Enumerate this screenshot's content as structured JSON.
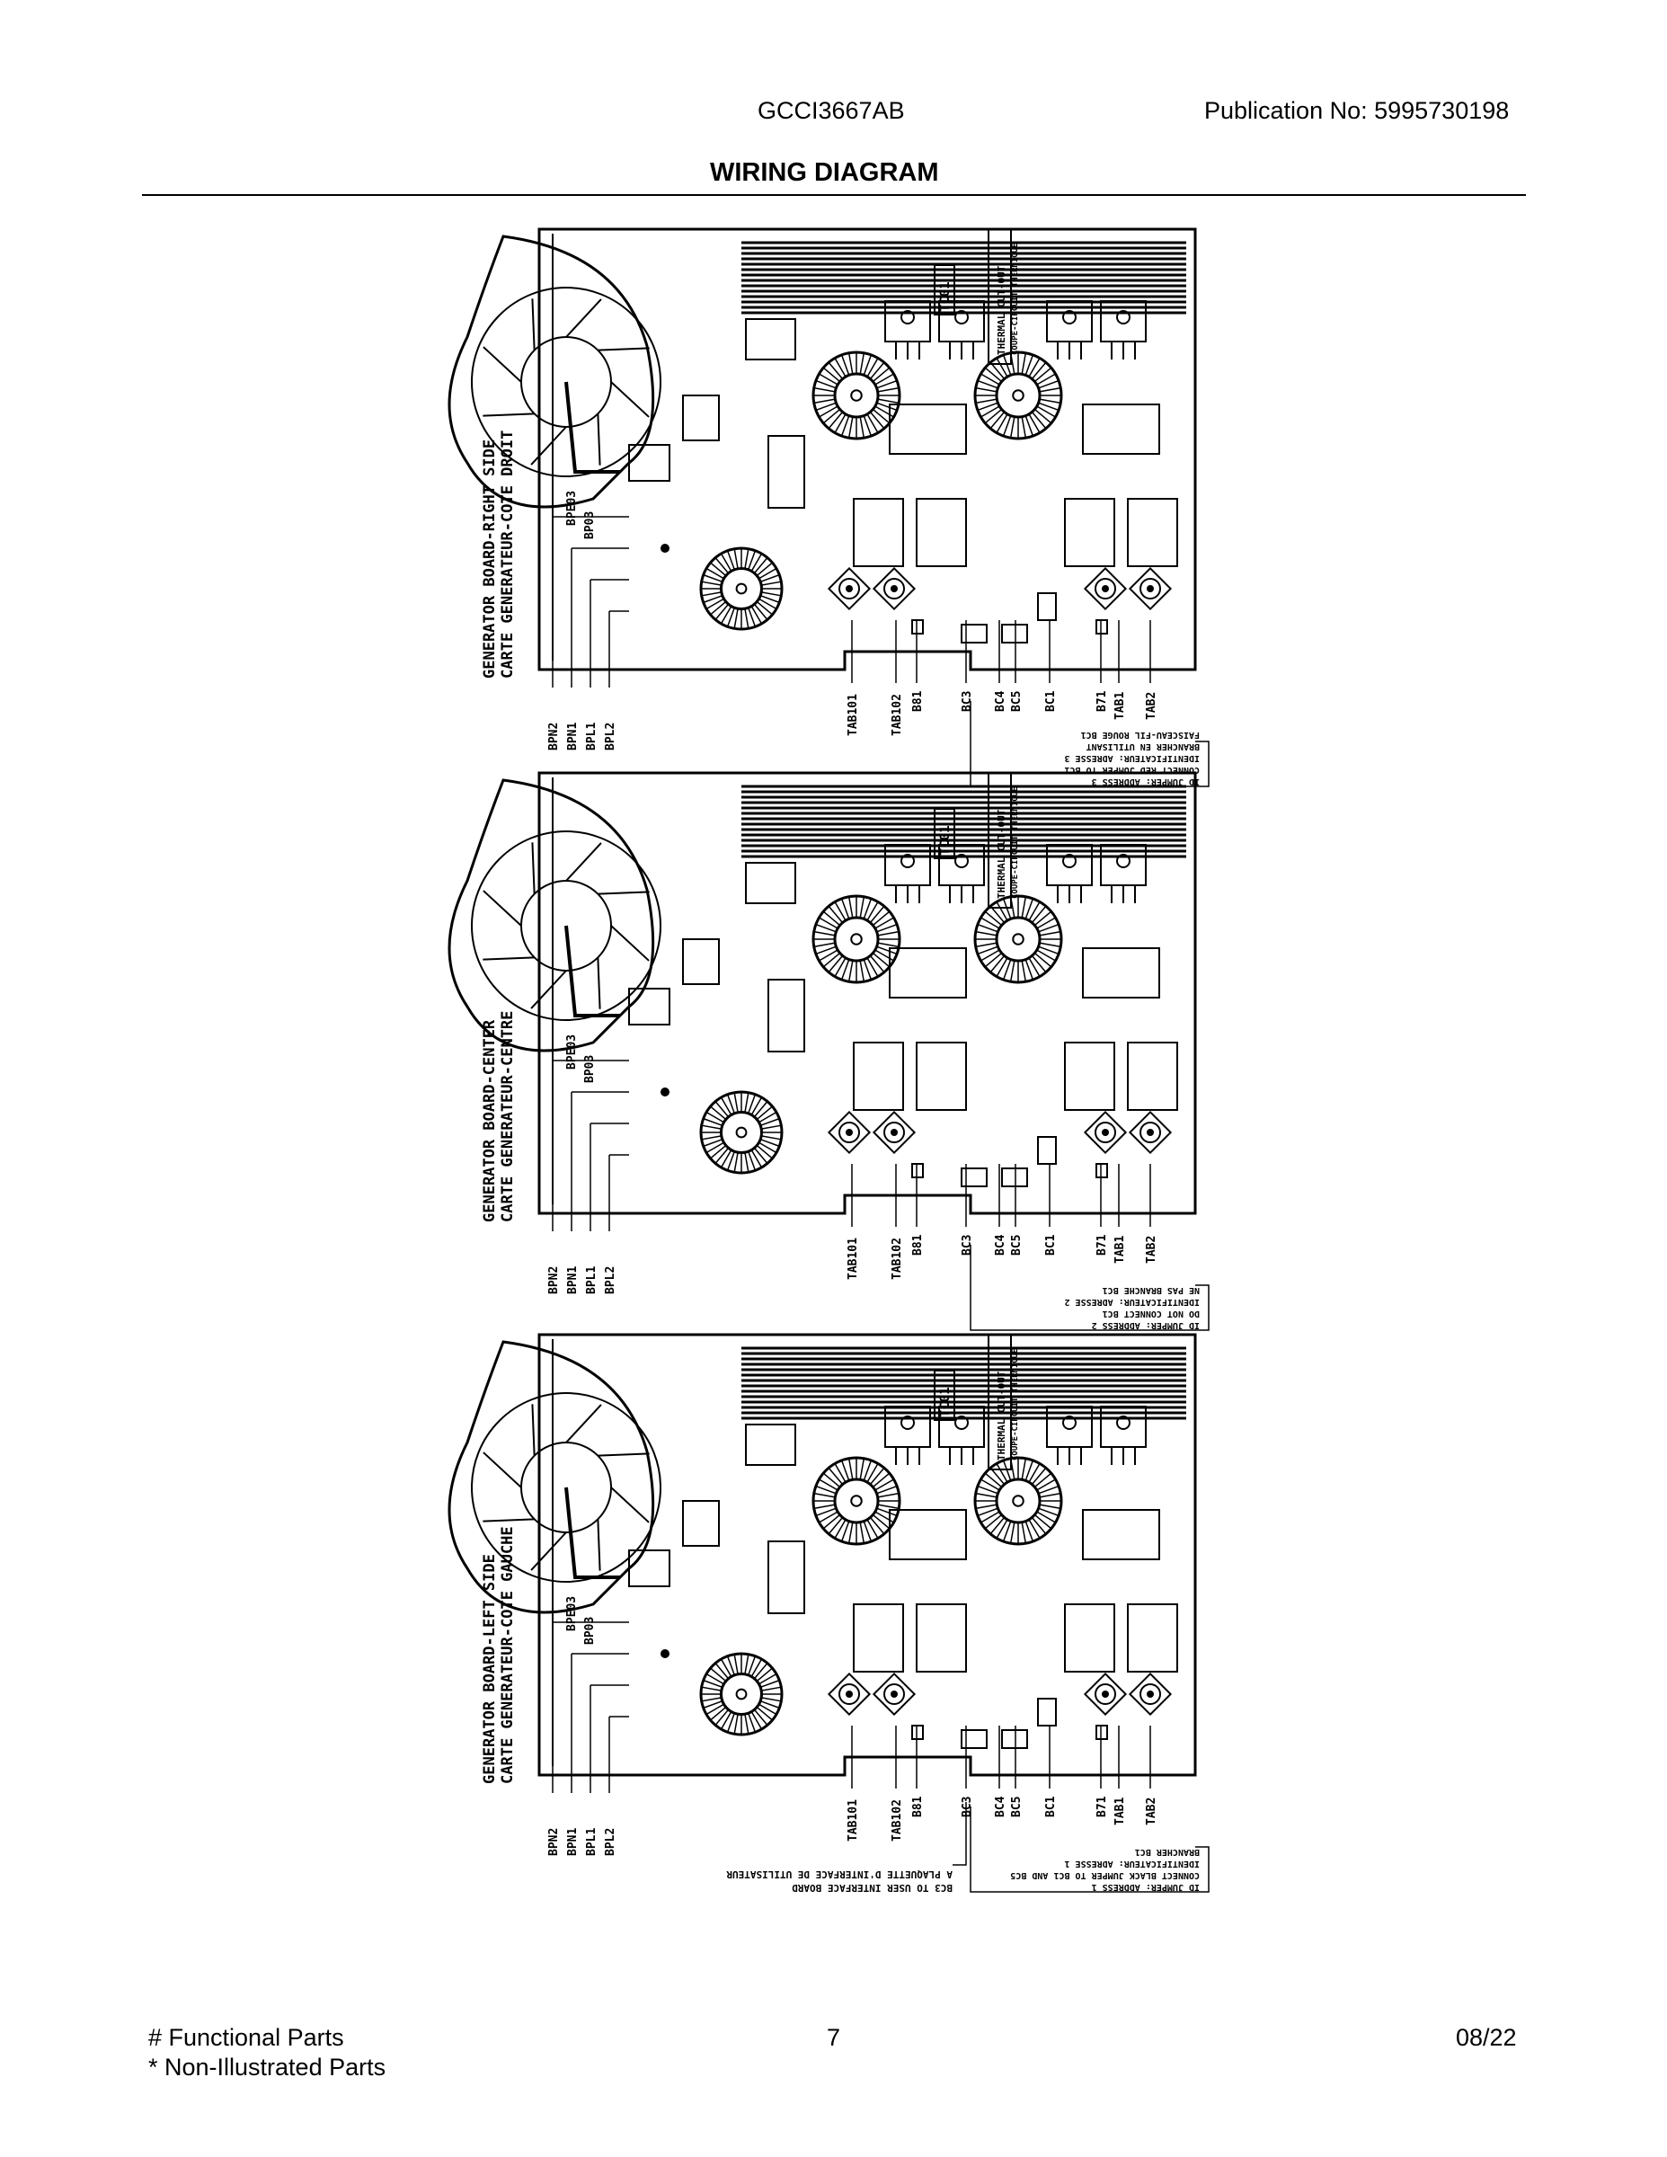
{
  "header": {
    "model": "GCCI3667AB",
    "publication": "Publication No:  5995730198",
    "title": "WIRING DIAGRAM"
  },
  "footer": {
    "legend_functional": "# Functional Parts",
    "legend_non_illustrated": "* Non-Illustrated Parts",
    "page_number": "7",
    "date": "08/22"
  },
  "boards": [
    {
      "id": "right",
      "title_en": "GENERATOR BOARD-RIGHT SIDE",
      "title_fr": "CARTE GENERATEUR-COTE DROIT",
      "note": [
        "ID JUMPER: ADDRESS 3",
        "CONNECT RED JUMPER TO BC1",
        "IDENTIFICATEUR: ADRESSE 3",
        "BRANCHER EN UTILISANT",
        "FAISCEAU-FIL ROUGE BC1"
      ]
    },
    {
      "id": "center",
      "title_en": "GENERATOR BOARD-CENTER",
      "title_fr": "CARTE GENERATEUR-CENTRE",
      "note": [
        "ID JUMPER: ADDRESS 2",
        "DO NOT CONNECT BC1",
        "IDENTIFICATEUR: ADRESSE 2",
        "NE PAS BRANCHE BC1"
      ]
    },
    {
      "id": "left",
      "title_en": "GENERATOR BOARD-LEFT SIDE",
      "title_fr": "CARTE GENERATEUR-COTE GAUCHE",
      "note": [
        "ID JUMPER: ADDRESS 1",
        "CONNECT BLACK JUMPER TO BC1 AND BC5",
        "IDENTIFICATEUR: ADRESSE 1",
        "BRANCHER BC1"
      ],
      "extra_note": [
        "BC3 TO USER INTERFACE BOARD",
        "A PLAQUETTE D'INTERFACE DE UTILISATEUR"
      ]
    }
  ],
  "connector_labels": {
    "left_group": [
      "BPN2",
      "BPN1",
      "BPL1",
      "BPL2"
    ],
    "bottom_group": [
      "TAB101",
      "TAB102",
      "B81",
      "BC3",
      "BC4",
      "BC5",
      "BC1",
      "B71",
      "TAB1",
      "TAB2"
    ],
    "side_labels": [
      "BPE03",
      "BP03"
    ],
    "thermal_cutout": "THERMAL CUT-OUT",
    "thermal_cutout_fr": "COUPE-CIRCUIT THERMIQUE",
    "tc_label": "TC01"
  }
}
